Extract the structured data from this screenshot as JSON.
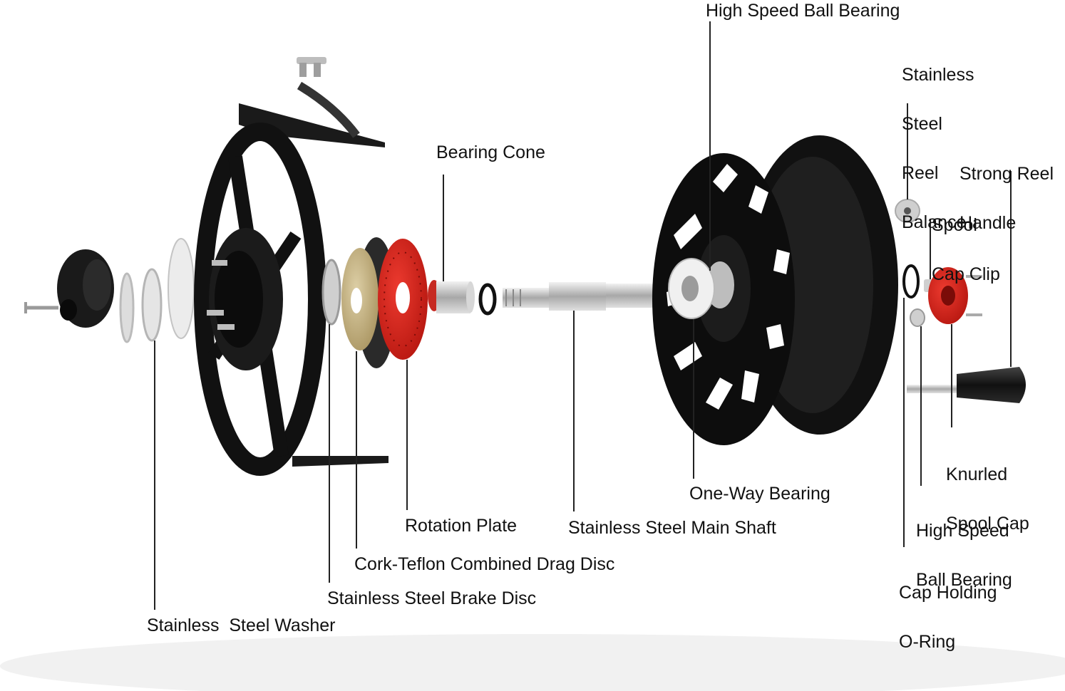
{
  "labels": {
    "high_speed_ball_bearing_top": "High Speed Ball Bearing",
    "stainless_steel_reel_balance": [
      "Stainless",
      "Steel",
      "Reel",
      "Balance"
    ],
    "strong_reel_handle": [
      "Strong Reel",
      "Handle"
    ],
    "spool_cap_clip": [
      "Spool",
      "Cap Clip"
    ],
    "bearing_cone": "Bearing Cone",
    "knurled_spool_cap": [
      "Knurled",
      "Spool Cap"
    ],
    "one_way_bearing": "One-Way Bearing",
    "high_speed_ball_bearing_bottom": [
      "High Speed",
      "Ball Bearing"
    ],
    "rotation_plate": "Rotation Plate",
    "stainless_steel_main_shaft": "Stainless Steel Main Shaft",
    "cap_holding_o_ring": [
      "Cap Holding",
      "O-Ring"
    ],
    "cork_teflon_combined_drag_disc": "Cork-Teflon Combined Drag Disc",
    "stainless_steel_brake_disc": "Stainless Steel Brake Disc",
    "stainless_steel_washer": "Stainless  Steel Washer"
  },
  "colors": {
    "reel_black": "#111111",
    "accent_red": "#d4231c",
    "brass": "#c9b58a",
    "steel": "#c8c8c8",
    "leader_line": "#222222"
  }
}
